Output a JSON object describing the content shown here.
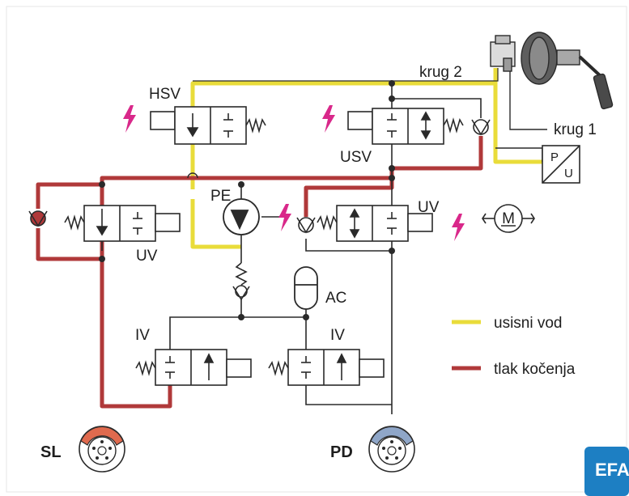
{
  "labels": {
    "krug2": "krug 2",
    "krug1": "krug 1",
    "hsv": "HSV",
    "usv": "USV",
    "pe": "PE",
    "uv_left": "UV",
    "uv_right": "UV",
    "ac": "AC",
    "iv_left": "IV",
    "iv_right": "IV",
    "sl": "SL",
    "pd": "PD",
    "sensor_p": "P",
    "sensor_u": "U",
    "motor_m": "M",
    "corner_badge": "EFA"
  },
  "legend": [
    {
      "label": "usisni vod",
      "color": "#e9dc3a"
    },
    {
      "label": "tlak kočenja",
      "color": "#b0393a"
    }
  ],
  "colors": {
    "suction_line": "#e9dc3a",
    "brake_pressure_line": "#b0393a",
    "line_dark": "#2a2a2a",
    "lightning": "#d9288a",
    "brake_left_caliper": "#e06a4e",
    "brake_right_caliper": "#8fa6c8",
    "badge_bg": "#1d7fc3"
  },
  "icons": {
    "lightning": "lightning-bolt-icon",
    "motor": "motor-icon",
    "sensor": "pressure-sensor-icon",
    "booster": "brake-booster-pedal-icon",
    "wheel_brake": "wheel-brake-icon"
  }
}
